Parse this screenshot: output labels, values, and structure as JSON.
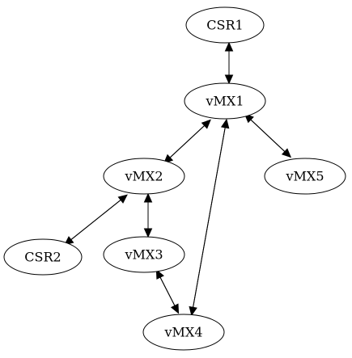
{
  "graph": {
    "nodes": [
      {
        "id": "CSR1",
        "label": "CSR1"
      },
      {
        "id": "vMX1",
        "label": "vMX1"
      },
      {
        "id": "vMX2",
        "label": "vMX2"
      },
      {
        "id": "vMX5",
        "label": "vMX5"
      },
      {
        "id": "CSR2",
        "label": "CSR2"
      },
      {
        "id": "vMX3",
        "label": "vMX3"
      },
      {
        "id": "vMX4",
        "label": "vMX4"
      }
    ],
    "edges": [
      {
        "from": "CSR1",
        "to": "vMX1"
      },
      {
        "from": "vMX1",
        "to": "CSR1"
      },
      {
        "from": "vMX1",
        "to": "vMX2"
      },
      {
        "from": "vMX2",
        "to": "vMX1"
      },
      {
        "from": "vMX1",
        "to": "vMX5"
      },
      {
        "from": "vMX5",
        "to": "vMX1"
      },
      {
        "from": "vMX1",
        "to": "vMX4"
      },
      {
        "from": "vMX4",
        "to": "vMX1"
      },
      {
        "from": "vMX2",
        "to": "CSR2"
      },
      {
        "from": "CSR2",
        "to": "vMX2"
      },
      {
        "from": "vMX2",
        "to": "vMX3"
      },
      {
        "from": "vMX3",
        "to": "vMX2"
      },
      {
        "from": "vMX3",
        "to": "vMX4"
      },
      {
        "from": "vMX4",
        "to": "vMX3"
      }
    ]
  }
}
